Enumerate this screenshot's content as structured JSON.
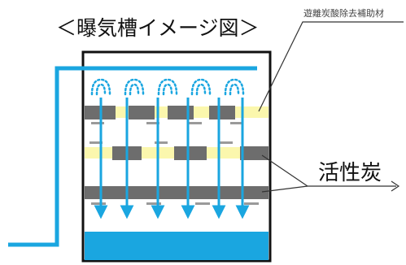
{
  "title": "＜曝気槽イメージ図＞",
  "labels": {
    "free_chlorine_removal": "遊離炭酸除去補助材",
    "activated_carbon": "活性炭"
  },
  "colors": {
    "water": "#1aa6e0",
    "carbon_dark": "#6d6d6d",
    "filler_yellow": "#fbf7ad",
    "tank_border": "#111111",
    "callout_line": "#333333"
  },
  "icons": {
    "aeration": "air-bubble-arc-icon",
    "flow": "down-arrow-icon"
  }
}
